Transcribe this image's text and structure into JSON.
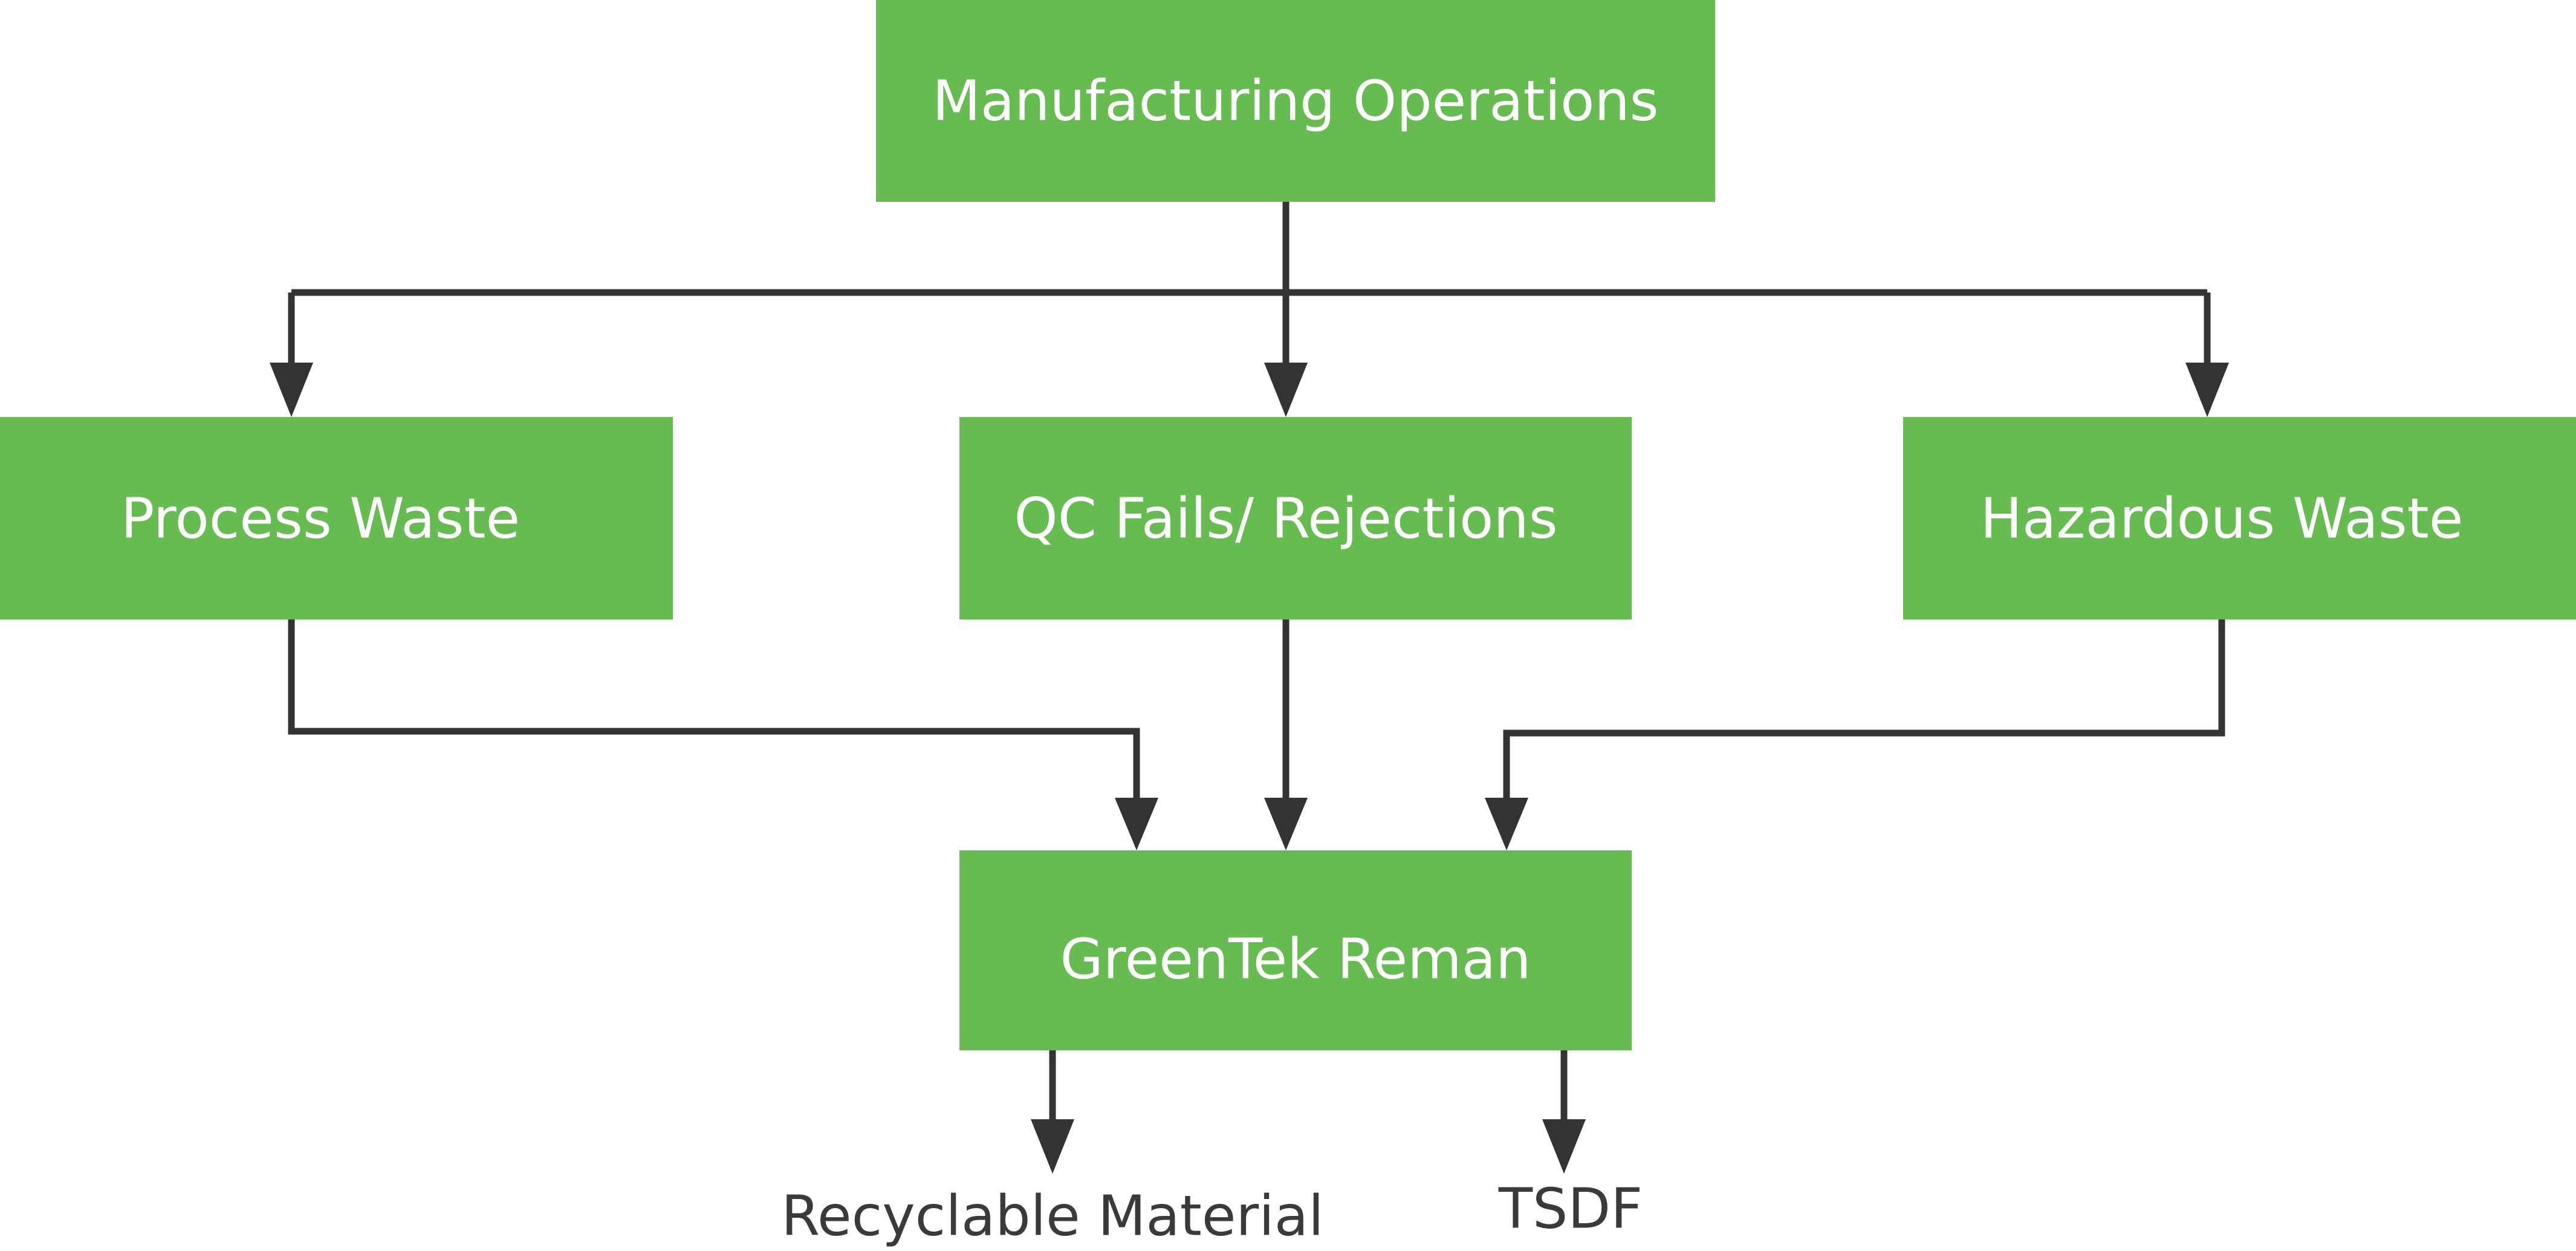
{
  "colors": {
    "box_fill": "#67bc51",
    "box_text": "#ffffff",
    "line": "#333333",
    "output_text": "#3a3a3a"
  },
  "diagram": {
    "nodes": {
      "manufacturing": {
        "label": "Manufacturing Operations"
      },
      "process_waste": {
        "label": "Process Waste"
      },
      "qc_fails": {
        "label": "QC Fails/ Rejections"
      },
      "hazardous_waste": {
        "label": "Hazardous Waste"
      },
      "greentek": {
        "label": "GreenTek Reman"
      }
    },
    "outputs": {
      "recyclable": {
        "label": "Recyclable Material"
      },
      "tsdf": {
        "label": "TSDF"
      }
    },
    "edges": [
      {
        "from": "manufacturing",
        "to": "process_waste"
      },
      {
        "from": "manufacturing",
        "to": "qc_fails"
      },
      {
        "from": "manufacturing",
        "to": "hazardous_waste"
      },
      {
        "from": "process_waste",
        "to": "greentek"
      },
      {
        "from": "qc_fails",
        "to": "greentek"
      },
      {
        "from": "hazardous_waste",
        "to": "greentek"
      },
      {
        "from": "greentek",
        "to": "recyclable"
      },
      {
        "from": "greentek",
        "to": "tsdf"
      }
    ]
  }
}
